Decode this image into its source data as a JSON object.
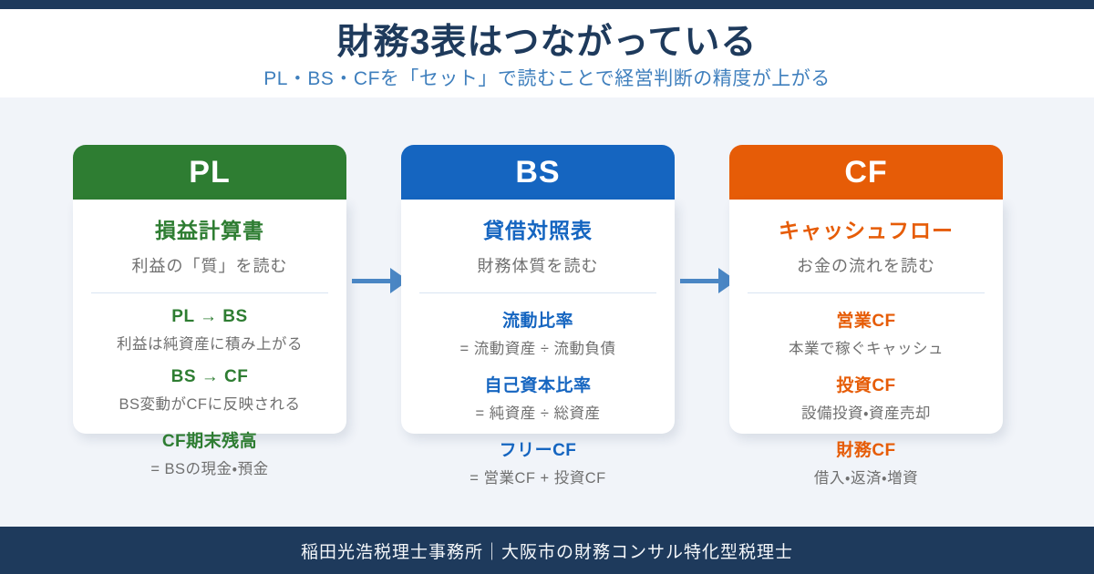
{
  "header": {
    "title": "財務3表はつながっている",
    "subtitle": "PL・BS・CFを「セット」で読むことで経営判断の精度が上がる"
  },
  "theme": {
    "navy": "#1e3a5c",
    "canvas_bg": "#f1f4f9",
    "arrow": "#4a86c4",
    "text_gray": "#707070",
    "divider": "#d9e5f2",
    "subtitle_blue": "#3f7fbd",
    "footer_text": "#f4f7fa"
  },
  "cards": [
    {
      "abbr": "PL",
      "accent_color": "#2e7d32",
      "title": "損益計算書",
      "tagline": "利益の「質」を読む",
      "items": [
        {
          "label": "PL → BS",
          "desc": "利益は純資産に積み上がる"
        },
        {
          "label": "BS → CF",
          "desc": "BS変動がCFに反映される"
        },
        {
          "label": "CF期末残高",
          "desc": "= BSの現金・預金"
        }
      ]
    },
    {
      "abbr": "BS",
      "accent_color": "#1565c0",
      "title": "貸借対照表",
      "tagline": "財務体質を読む",
      "items": [
        {
          "label": "流動比率",
          "desc": "= 流動資産 ÷ 流動負債"
        },
        {
          "label": "自己資本比率",
          "desc": "= 純資産 ÷ 総資産"
        },
        {
          "label": "フリーCF",
          "desc": "= 営業CF + 投資CF"
        }
      ]
    },
    {
      "abbr": "CF",
      "accent_color": "#e65c07",
      "title": "キャッシュフロー",
      "tagline": "お金の流れを読む",
      "items": [
        {
          "label": "営業CF",
          "desc": "本業で稼ぐキャッシュ"
        },
        {
          "label": "投資CF",
          "desc": "設備投資・資産売却"
        },
        {
          "label": "財務CF",
          "desc": "借入・返済・増資"
        }
      ]
    }
  ],
  "footer": {
    "text": "稲田光浩税理士事務所｜大阪市の財務コンサル特化型税理士"
  }
}
